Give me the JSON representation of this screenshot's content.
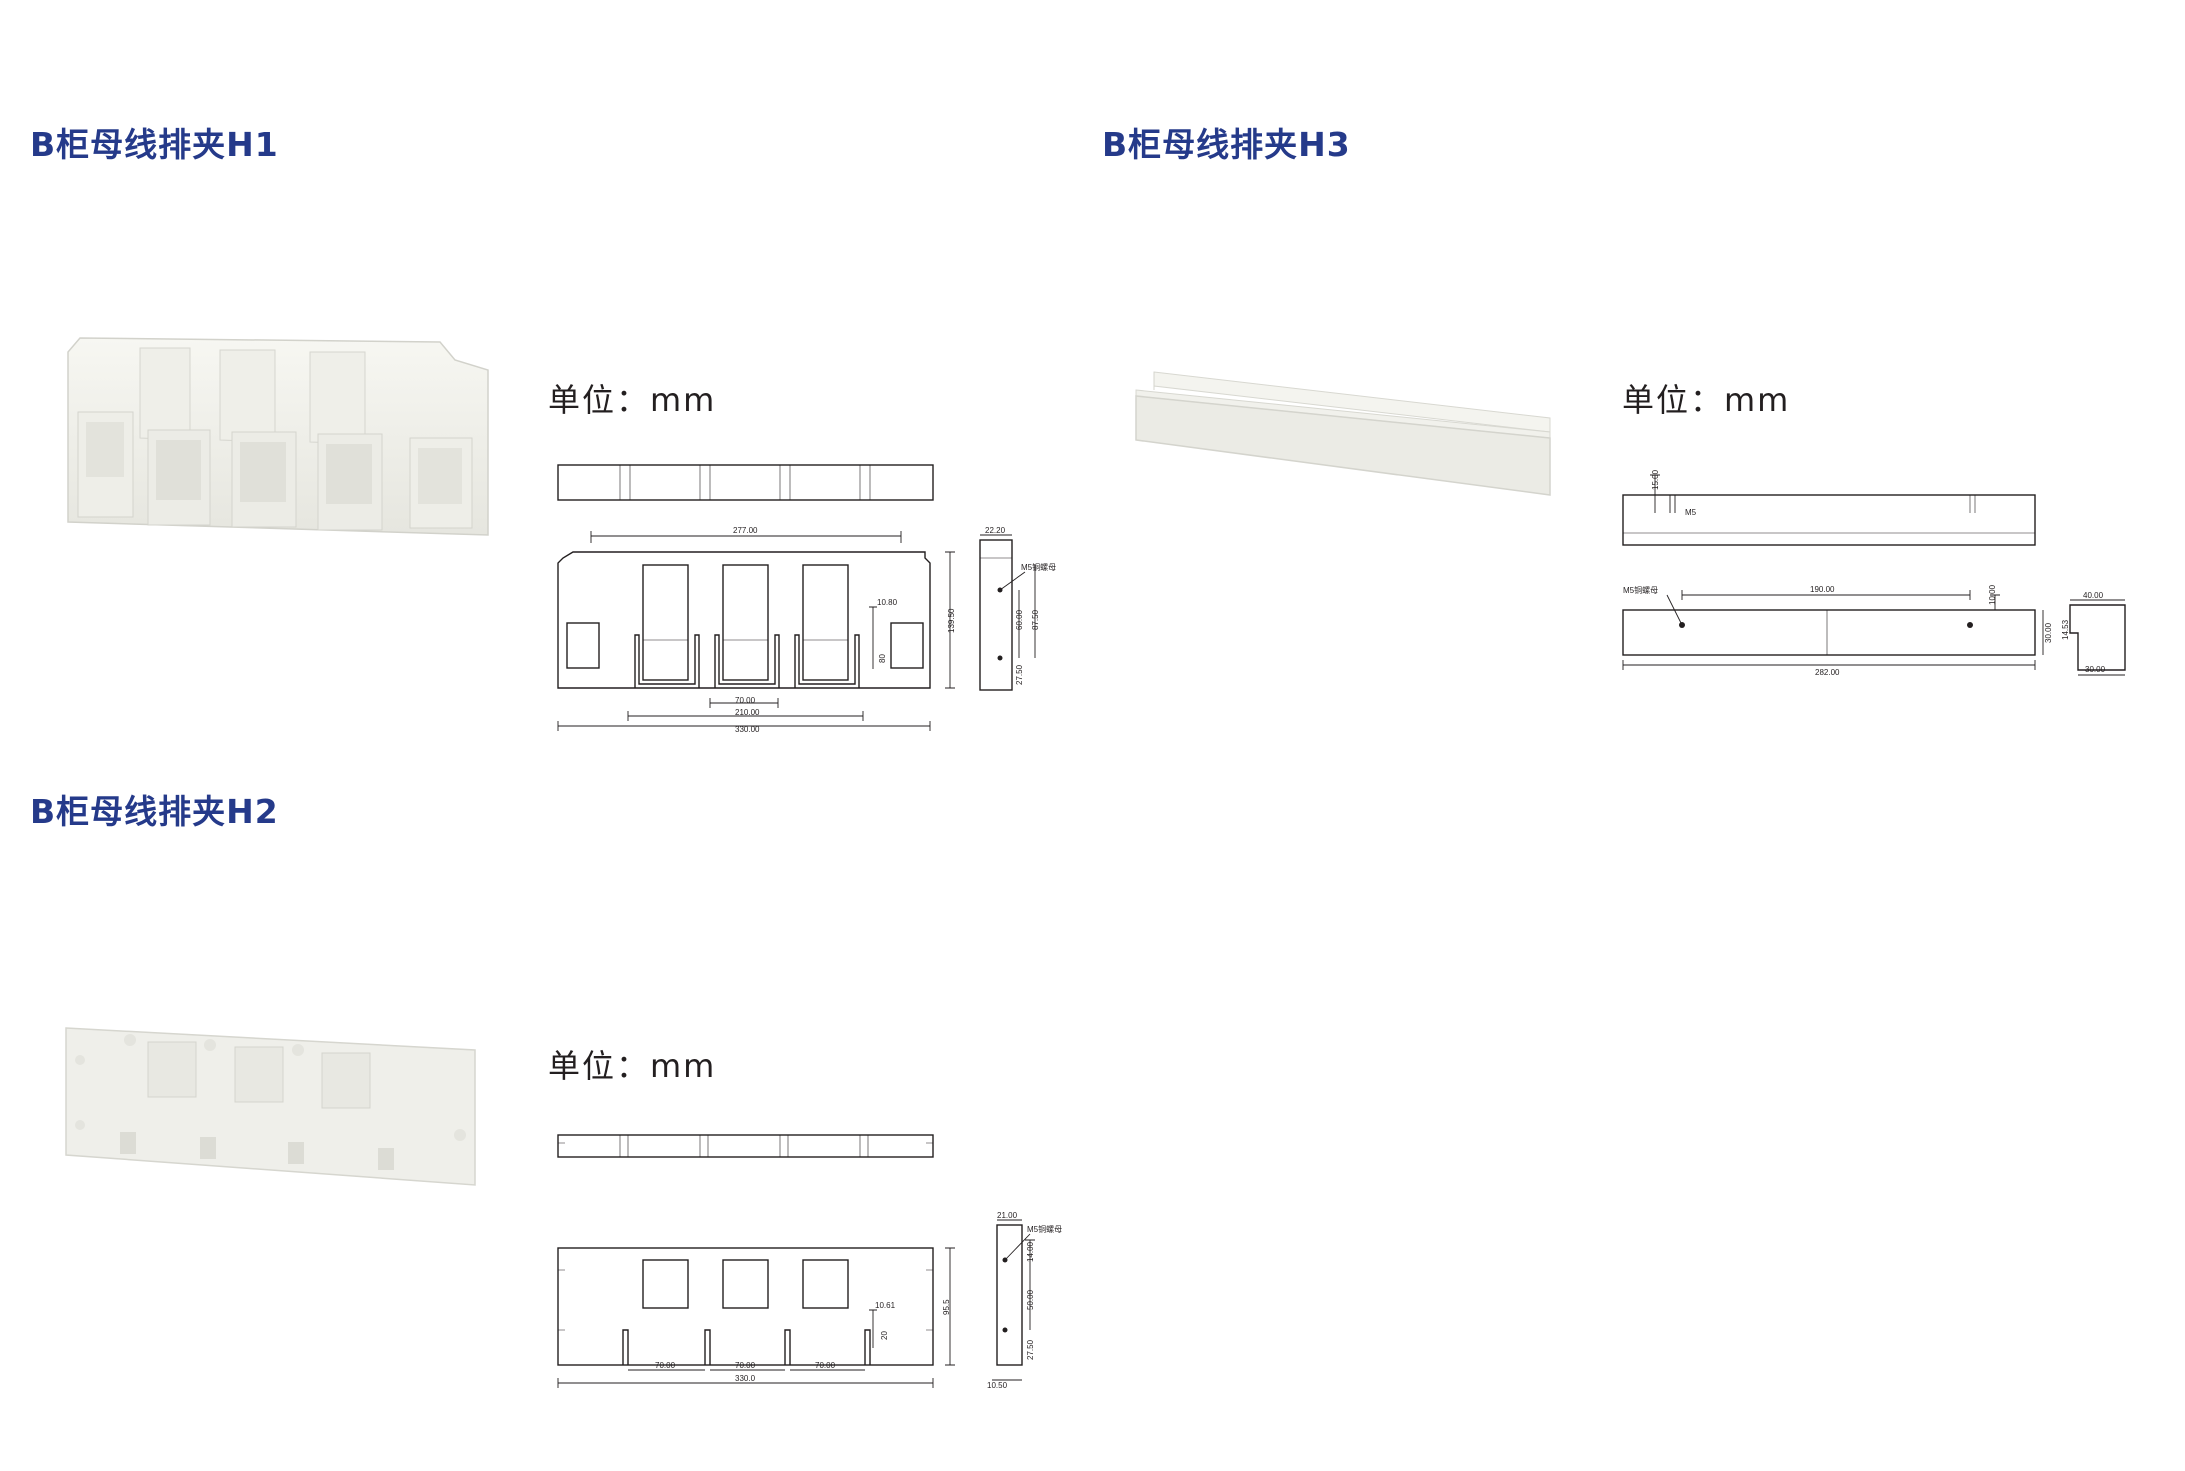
{
  "products": {
    "h1": {
      "title": "B柜母线排夹H1",
      "unit": "单位：mm"
    },
    "h2": {
      "title": "B柜母线排夹H2",
      "unit": "单位：mm"
    },
    "h3": {
      "title": "B柜母线排夹H3",
      "unit": "单位：mm"
    }
  },
  "h1_dims": {
    "d1": "277.00",
    "d2": "22.20",
    "d3": "M5铜螺母",
    "d4": "10.80",
    "d5": "139.50",
    "d6": "60.00",
    "d7": "87.50",
    "d8": "80",
    "d9": "27.50",
    "d10": "70.00",
    "d11": "210.00",
    "d12": "330.00"
  },
  "h2_dims": {
    "d1": "21.00",
    "d2": "M5铜螺母",
    "d3": "14.00",
    "d4": "95.5",
    "d5": "10.61",
    "d6": "50.00",
    "d7": "20",
    "d8": "27.50",
    "d9": "70.00",
    "d10": "70.00",
    "d11": "70.00",
    "d12": "330.0",
    "d13": "10.50"
  },
  "h3_dims": {
    "d1": "15.00",
    "d2": "M5",
    "d3": "M5铜螺母",
    "d4": "190.00",
    "d5": "10.00",
    "d6": "40.00",
    "d7": "14.53",
    "d8": "30.00",
    "d9": "282.00",
    "d10": "30.00"
  }
}
